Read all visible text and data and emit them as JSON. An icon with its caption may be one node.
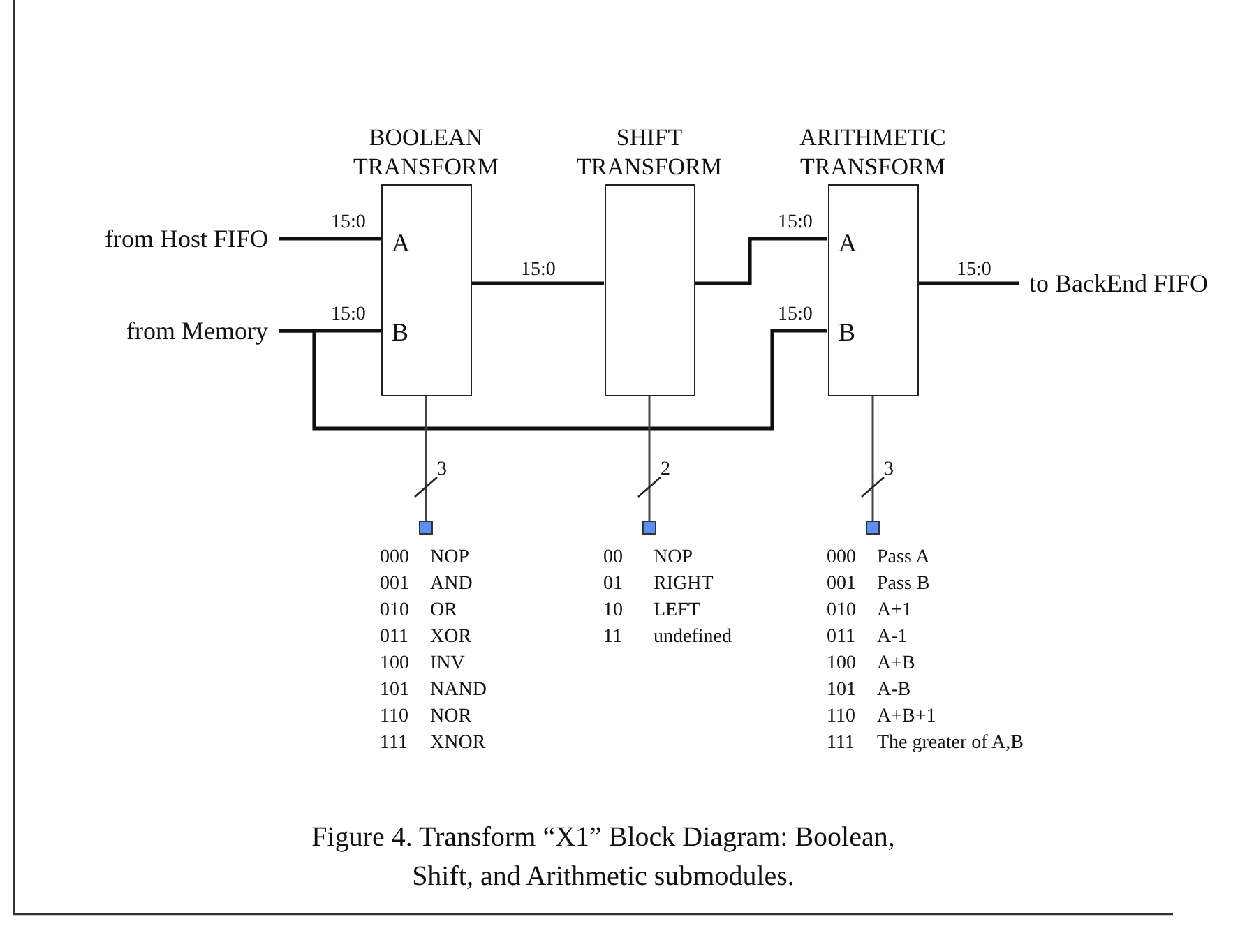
{
  "diagram": {
    "caption": "Figure 4. Transform “X1” Block Diagram: Boolean, Shift, and Arithmetic submodules.",
    "nodes": [
      {
        "text": [
          "from Host FIFO"
        ]
      },
      {
        "text": [
          "from Memory"
        ]
      },
      {
        "text": [
          "BOOLEAN TRANSFORM",
          "A",
          "B"
        ]
      },
      {
        "text": [
          "SHIFT TRANSFORM"
        ]
      },
      {
        "text": [
          "ARITHMETIC TRANSFORM",
          "A",
          "B"
        ]
      },
      {
        "text": [
          "to BackEnd FIFO"
        ]
      },
      {
        "text": [],
        "shape": "box",
        "beside": [
          "000",
          "NOP",
          "001",
          "AND",
          "010",
          "OR",
          "011",
          "XOR",
          "100",
          "INV",
          "101",
          "NAND",
          "110",
          "NOR",
          "111",
          "XNOR"
        ]
      },
      {
        "text": [],
        "shape": "box",
        "beside": [
          "00",
          "NOP",
          "01",
          "RIGHT",
          "10",
          "LEFT",
          "11",
          "undefined"
        ]
      },
      {
        "text": [],
        "shape": "box",
        "beside": [
          "000",
          "Pass A",
          "001",
          "Pass B",
          "010",
          "A+1",
          "011",
          "A-1",
          "100",
          "A+B",
          "101",
          "A-B",
          "110",
          "A+B+1",
          "111",
          "The greater of A,B"
        ]
      }
    ],
    "edges": [
      {
        "from": 0,
        "to": 2,
        "arrow": "none",
        "label": "15:0"
      },
      {
        "from": 1,
        "to": 2,
        "arrow": "none",
        "label": "15:0"
      },
      {
        "from": 2,
        "to": 3,
        "arrow": "none",
        "label": "15:0"
      },
      {
        "from": 3,
        "to": 4,
        "arrow": "none",
        "label": "15:0"
      },
      {
        "from": 1,
        "to": 4,
        "arrow": "none",
        "label": "15:0"
      },
      {
        "from": 4,
        "to": 5,
        "arrow": "none",
        "label": "15:0"
      },
      {
        "from": 2,
        "to": 6,
        "arrow": "none",
        "label": "3"
      },
      {
        "from": 3,
        "to": 7,
        "arrow": "none",
        "label": "2"
      },
      {
        "from": 4,
        "to": 8,
        "arrow": "none",
        "label": "3"
      }
    ]
  }
}
